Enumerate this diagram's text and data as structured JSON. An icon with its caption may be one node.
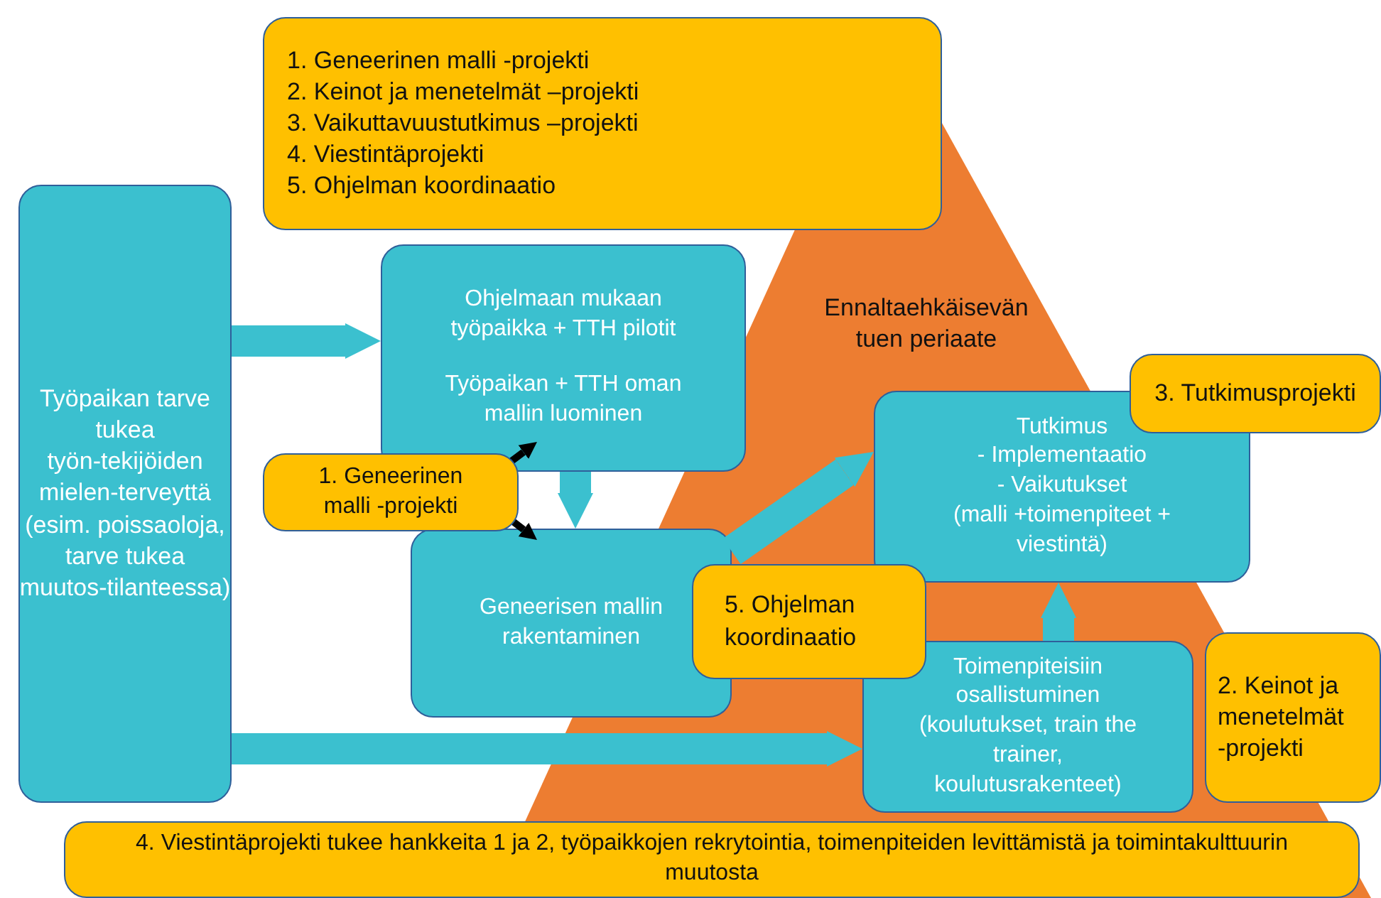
{
  "diagram": {
    "nodes": [
      {
        "text": [
          "1. Geneerinen malli -projekti",
          "2. Keinot ja menetelmät –projekti",
          "3. Vaikuttavuustutkimus –projekti",
          "4. Viestintäprojekti",
          "5. Ohjelman koordinaatio"
        ]
      },
      {
        "text": [
          "Työpaikan tarve tukea työn-tekijöiden mielen-terveyttä (esim. poissaoloja, tarve tukea muutos-tilanteessa)"
        ]
      },
      {
        "text": [
          "Ohjelmaan mukaan työpaikka + TTH pilotit",
          "Työpaikan + TTH oman mallin luominen"
        ]
      },
      {
        "text": [
          "1. Geneerinen malli -projekti"
        ]
      },
      {
        "text": [
          "Geneerisen mallin rakentaminen"
        ]
      },
      {
        "text": [
          "Ennaltaehkäisevän tuen periaate"
        ]
      },
      {
        "text": [
          "Tutkimus",
          "- Implementaatio",
          "- Vaikutukset",
          "(malli +toimenpiteet + viestintä)"
        ]
      },
      {
        "text": [
          "3. Tutkimusprojekti"
        ]
      },
      {
        "text": [
          "5. Ohjelman koordinaatio"
        ]
      },
      {
        "text": [
          "Toimenpiteisiin osallistuminen (koulutukset, train the trainer, koulutusrakenteet)"
        ]
      },
      {
        "text": [
          "2. Keinot ja menetelmät -projekti"
        ]
      },
      {
        "text": [
          "4. Viestintäprojekti tukee hankkeita 1 ja 2, työpaikkojen rekrytointia, toimenpiteiden levittämistä ja toimintakulttuurin muutosta"
        ]
      }
    ],
    "edges": [
      {
        "from": 1,
        "to": 2,
        "arrow": "to"
      },
      {
        "from": 1,
        "to": 9,
        "arrow": "to"
      },
      {
        "from": 2,
        "to": 4,
        "arrow": "to"
      },
      {
        "from": 3,
        "to": 2,
        "arrow": "to",
        "color": "#000000"
      },
      {
        "from": 3,
        "to": 4,
        "arrow": "to",
        "color": "#000000"
      },
      {
        "from": 4,
        "to": 6,
        "arrow": "to"
      },
      {
        "from": 9,
        "to": 6,
        "arrow": "to"
      }
    ]
  }
}
